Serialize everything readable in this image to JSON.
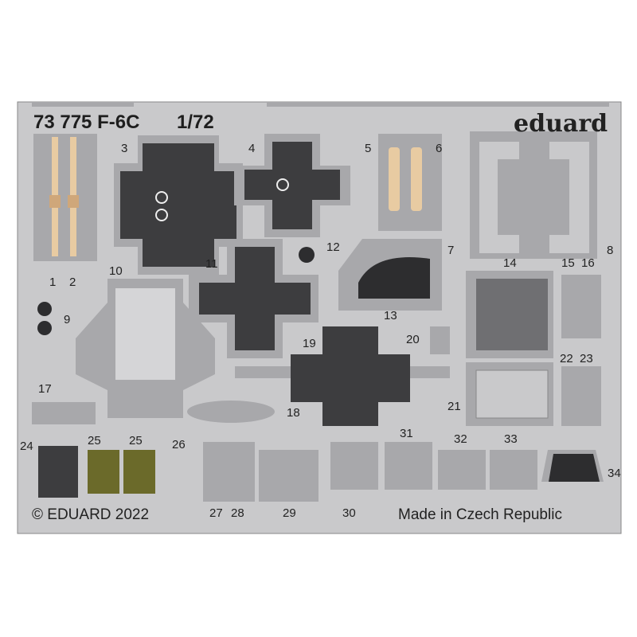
{
  "header": {
    "code": "73 775 F-6C",
    "scale": "1/72",
    "brand": "eduard"
  },
  "footer": {
    "copyright": "© EDUARD 2022",
    "origin": "Made in Czech Republic"
  },
  "part_numbers": [
    "1",
    "2",
    "3",
    "4",
    "5",
    "6",
    "7",
    "8",
    "9",
    "10",
    "11",
    "12",
    "13",
    "14",
    "15",
    "16",
    "17",
    "18",
    "19",
    "20",
    "21",
    "22",
    "23",
    "24",
    "25",
    "25",
    "26",
    "27",
    "28",
    "29",
    "30",
    "31",
    "32",
    "33",
    "34"
  ],
  "colors": {
    "fret": "#c9c9cb",
    "frame": "#a8a8ab",
    "dark": "#3d3d3f",
    "belt": "#e8cba2",
    "olive": "#6b6a2a"
  }
}
